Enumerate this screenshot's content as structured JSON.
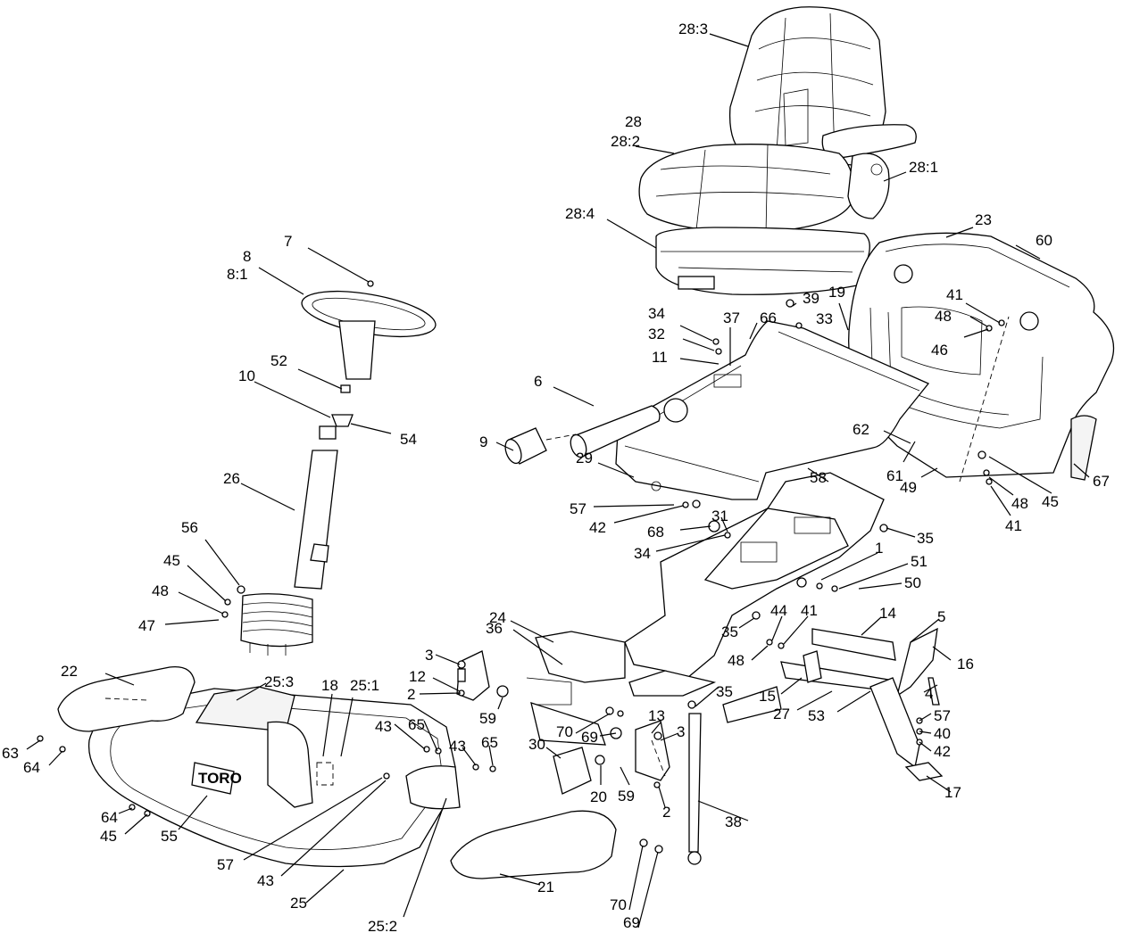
{
  "diagram": {
    "logo_text": "TORO",
    "callouts": [
      {
        "id": "c283",
        "text": "28:3"
      },
      {
        "id": "c28",
        "text": "28"
      },
      {
        "id": "c282",
        "text": "28:2"
      },
      {
        "id": "c281",
        "text": "28:1"
      },
      {
        "id": "c284",
        "text": "28:4"
      },
      {
        "id": "c23",
        "text": "23"
      },
      {
        "id": "c60",
        "text": "60"
      },
      {
        "id": "c7",
        "text": "7"
      },
      {
        "id": "c8",
        "text": "8"
      },
      {
        "id": "c81",
        "text": "8:1"
      },
      {
        "id": "c39",
        "text": "39"
      },
      {
        "id": "c19",
        "text": "19"
      },
      {
        "id": "c34a",
        "text": "34"
      },
      {
        "id": "c37",
        "text": "37"
      },
      {
        "id": "c66",
        "text": "66"
      },
      {
        "id": "c33",
        "text": "33"
      },
      {
        "id": "c41a",
        "text": "41"
      },
      {
        "id": "c48a",
        "text": "48"
      },
      {
        "id": "c46",
        "text": "46"
      },
      {
        "id": "c32",
        "text": "32"
      },
      {
        "id": "c11",
        "text": "11"
      },
      {
        "id": "c52",
        "text": "52"
      },
      {
        "id": "c6",
        "text": "6"
      },
      {
        "id": "c10",
        "text": "10"
      },
      {
        "id": "c54",
        "text": "54"
      },
      {
        "id": "c9",
        "text": "9"
      },
      {
        "id": "c26",
        "text": "26"
      },
      {
        "id": "c29",
        "text": "29"
      },
      {
        "id": "c62",
        "text": "62"
      },
      {
        "id": "c61",
        "text": "61"
      },
      {
        "id": "c58",
        "text": "58"
      },
      {
        "id": "c49",
        "text": "49"
      },
      {
        "id": "c48b",
        "text": "48"
      },
      {
        "id": "c45a",
        "text": "45"
      },
      {
        "id": "c67",
        "text": "67"
      },
      {
        "id": "c41b",
        "text": "41"
      },
      {
        "id": "c57a",
        "text": "57"
      },
      {
        "id": "c42a",
        "text": "42"
      },
      {
        "id": "c31",
        "text": "31"
      },
      {
        "id": "c35a",
        "text": "35"
      },
      {
        "id": "c68",
        "text": "68"
      },
      {
        "id": "c34b",
        "text": "34"
      },
      {
        "id": "c56",
        "text": "56"
      },
      {
        "id": "c1",
        "text": "1"
      },
      {
        "id": "c51",
        "text": "51"
      },
      {
        "id": "c45b",
        "text": "45"
      },
      {
        "id": "c50",
        "text": "50"
      },
      {
        "id": "c48c",
        "text": "48"
      },
      {
        "id": "c47",
        "text": "47"
      },
      {
        "id": "c44",
        "text": "44"
      },
      {
        "id": "c41c",
        "text": "41"
      },
      {
        "id": "c14",
        "text": "14"
      },
      {
        "id": "c5",
        "text": "5"
      },
      {
        "id": "c35b",
        "text": "35"
      },
      {
        "id": "c24",
        "text": "24"
      },
      {
        "id": "c36",
        "text": "36"
      },
      {
        "id": "c48d",
        "text": "48"
      },
      {
        "id": "c16",
        "text": "16"
      },
      {
        "id": "c3a",
        "text": "3"
      },
      {
        "id": "c22",
        "text": "22"
      },
      {
        "id": "c253",
        "text": "25:3"
      },
      {
        "id": "c18",
        "text": "18"
      },
      {
        "id": "c251",
        "text": "25:1"
      },
      {
        "id": "c12",
        "text": "12"
      },
      {
        "id": "c15",
        "text": "15"
      },
      {
        "id": "c4",
        "text": "4"
      },
      {
        "id": "c27",
        "text": "27"
      },
      {
        "id": "c53",
        "text": "53"
      },
      {
        "id": "c2a",
        "text": "2"
      },
      {
        "id": "c59a",
        "text": "59"
      },
      {
        "id": "c35c",
        "text": "35"
      },
      {
        "id": "c57b",
        "text": "57"
      },
      {
        "id": "c43a",
        "text": "43"
      },
      {
        "id": "c65a",
        "text": "65"
      },
      {
        "id": "c13",
        "text": "13"
      },
      {
        "id": "c40",
        "text": "40"
      },
      {
        "id": "c70a",
        "text": "70"
      },
      {
        "id": "c69a",
        "text": "69"
      },
      {
        "id": "c3b",
        "text": "3"
      },
      {
        "id": "c42b",
        "text": "42"
      },
      {
        "id": "c43b",
        "text": "43"
      },
      {
        "id": "c65b",
        "text": "65"
      },
      {
        "id": "c63",
        "text": "63"
      },
      {
        "id": "c64a",
        "text": "64"
      },
      {
        "id": "c30",
        "text": "30"
      },
      {
        "id": "c17",
        "text": "17"
      },
      {
        "id": "c20",
        "text": "20"
      },
      {
        "id": "c59b",
        "text": "59"
      },
      {
        "id": "c2b",
        "text": "2"
      },
      {
        "id": "c64b",
        "text": "64"
      },
      {
        "id": "c45c",
        "text": "45"
      },
      {
        "id": "c55",
        "text": "55"
      },
      {
        "id": "c38",
        "text": "38"
      },
      {
        "id": "c57c",
        "text": "57"
      },
      {
        "id": "c43c",
        "text": "43"
      },
      {
        "id": "c21",
        "text": "21"
      },
      {
        "id": "c70b",
        "text": "70"
      },
      {
        "id": "c25",
        "text": "25"
      },
      {
        "id": "c69b",
        "text": "69"
      },
      {
        "id": "c252",
        "text": "25:2"
      }
    ]
  }
}
